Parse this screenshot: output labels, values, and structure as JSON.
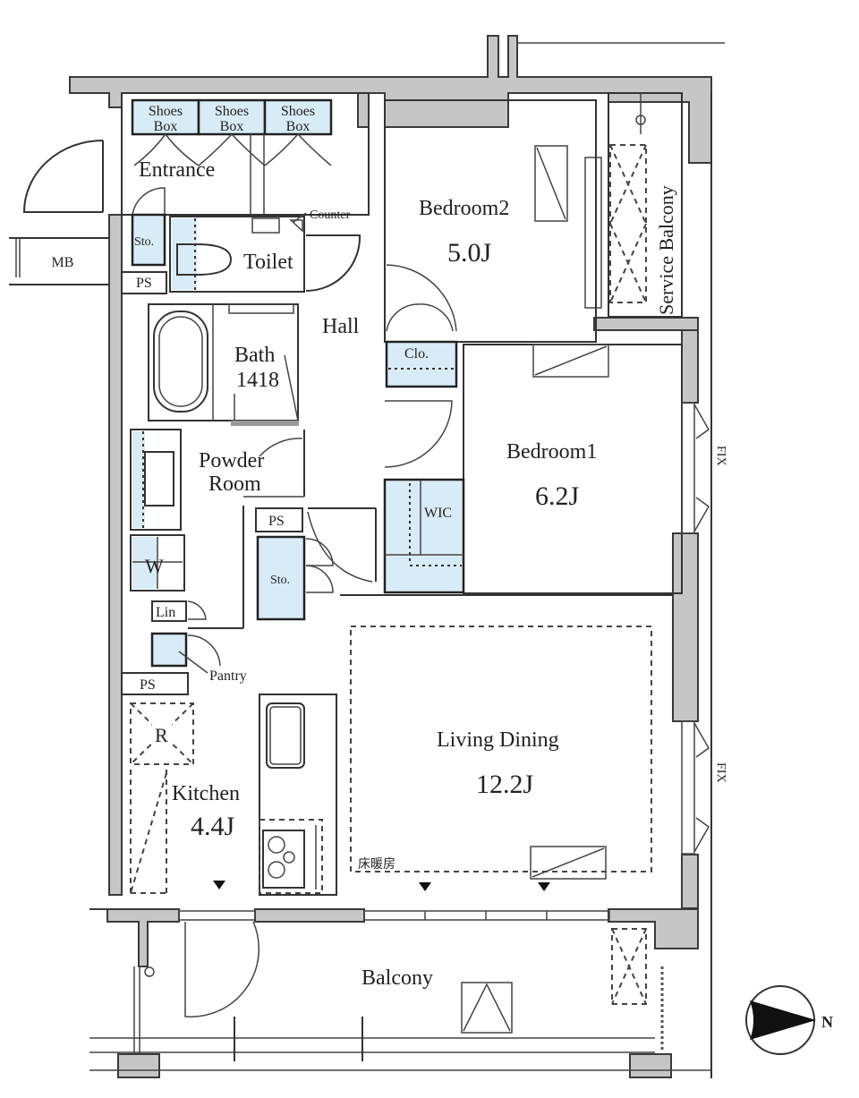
{
  "floorplan": {
    "rooms": {
      "entrance": {
        "label": "Entrance"
      },
      "shoes_box": [
        {
          "line1": "Shoes",
          "line2": "Box"
        },
        {
          "line1": "Shoes",
          "line2": "Box"
        },
        {
          "line1": "Shoes",
          "line2": "Box"
        }
      ],
      "counter": {
        "label": "Counter"
      },
      "mb": {
        "label": "MB"
      },
      "sto_entrance": {
        "label": "Sto."
      },
      "ps_top": {
        "label": "PS"
      },
      "toilet": {
        "label": "Toilet"
      },
      "hall": {
        "label": "Hall"
      },
      "bath": {
        "label": "Bath",
        "size": "1418"
      },
      "powder_room": {
        "line1": "Powder",
        "line2": "Room"
      },
      "washer": {
        "label": "W"
      },
      "lin": {
        "label": "Lin"
      },
      "pantry": {
        "label": "Pantry"
      },
      "ps_mid": {
        "label": "PS"
      },
      "sto_hall": {
        "label": "Sto."
      },
      "ps_kitchen": {
        "label": "PS"
      },
      "refrigerator": {
        "label": "R"
      },
      "kitchen": {
        "label": "Kitchen",
        "size": "4.4J"
      },
      "bedroom2": {
        "label": "Bedroom2",
        "size": "5.0J"
      },
      "closet": {
        "label": "Clo."
      },
      "service_balcony": {
        "label": "Service Balcony"
      },
      "bedroom1": {
        "label": "Bedroom1",
        "size": "6.2J"
      },
      "wic": {
        "label": "WIC"
      },
      "fix_upper": {
        "label": "FIX"
      },
      "fix_lower": {
        "label": "FIX"
      },
      "living_dining": {
        "label": "Living Dining",
        "size": "12.2J"
      },
      "floor_heating": {
        "label": "床暖房"
      },
      "balcony": {
        "label": "Balcony"
      }
    },
    "compass": {
      "direction_label": "N"
    },
    "colors": {
      "wall": "#c6c6c6",
      "storage": "#d7ecf7",
      "line": "#333333"
    }
  }
}
